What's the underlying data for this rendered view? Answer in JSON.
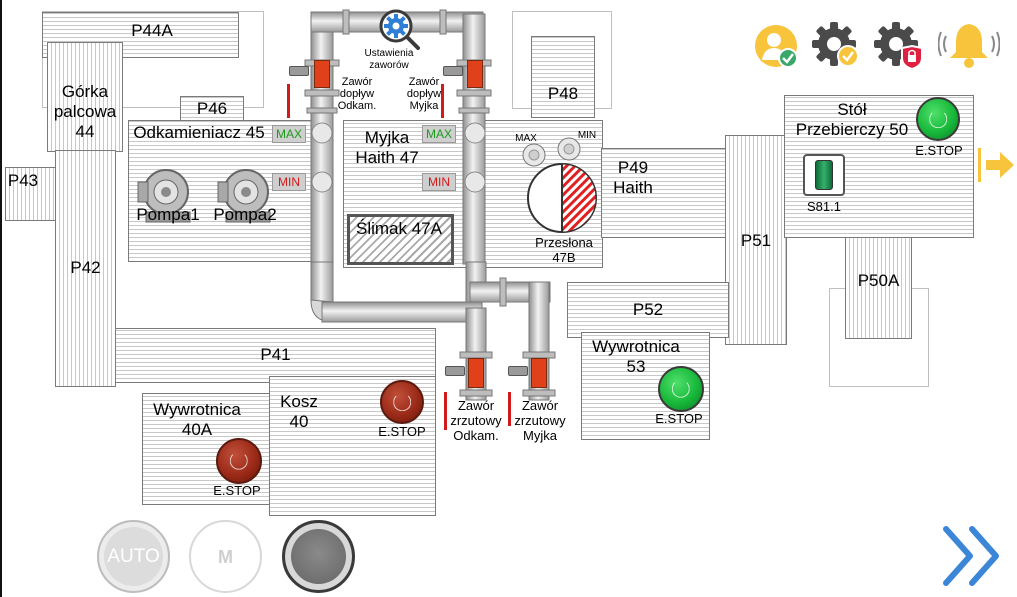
{
  "zones": {
    "p44a": "P44A",
    "gorka": "Górka\npalcowa\n44",
    "p46": "P46",
    "p43": "P43",
    "p42": "P42",
    "odkamieniacz": "Odkamieniacz 45",
    "pompa1": "Pompa1",
    "pompa2": "Pompa2",
    "myjka": "Myjka\nHaith 47",
    "slimak": "Ślimak 47A",
    "p48": "P48",
    "przeslona": "Przesłona\n47B",
    "p49": "P49\nHaith",
    "p51": "P51",
    "stol": "Stół\nPrzebierczy 50",
    "s81": "S81.1",
    "p50a": "P50A",
    "p52": "P52",
    "wywrotnica53": "Wywrotnica\n53",
    "p41": "P41",
    "wywrotnica40a": "Wywrotnica\n40A",
    "kosz": "Kosz\n40"
  },
  "tags": {
    "max": "MAX",
    "min": "MIN"
  },
  "valves": {
    "settings": "Ustawienia\nzaworów",
    "feed_odkam": "Zawór\ndopływ\nOdkam.",
    "feed_myjka": "Zawór\ndopływ\nMyjka",
    "drain_odkam": "Zawór\nzrzutowy\nOdkam.",
    "drain_myjka": "Zawór\nzrzutowy\nMyjka"
  },
  "estop_label": "E.STOP",
  "modes": {
    "auto": "AUTO",
    "manual": "M"
  },
  "icons": {
    "user": "user-check-icon",
    "gear_ok": "gear-check-icon",
    "gear_lock": "gear-lock-icon",
    "alarm": "bell-alarm-icon",
    "next": "double-chevron-right-icon",
    "exit": "arrow-right-icon"
  },
  "colors": {
    "accent_blue": "#2f7fd6",
    "alarm_yellow": "#f7c43c",
    "estop_red": "#9b2a18",
    "estop_green": "#17b83a",
    "valve_red": "#e0401a"
  }
}
